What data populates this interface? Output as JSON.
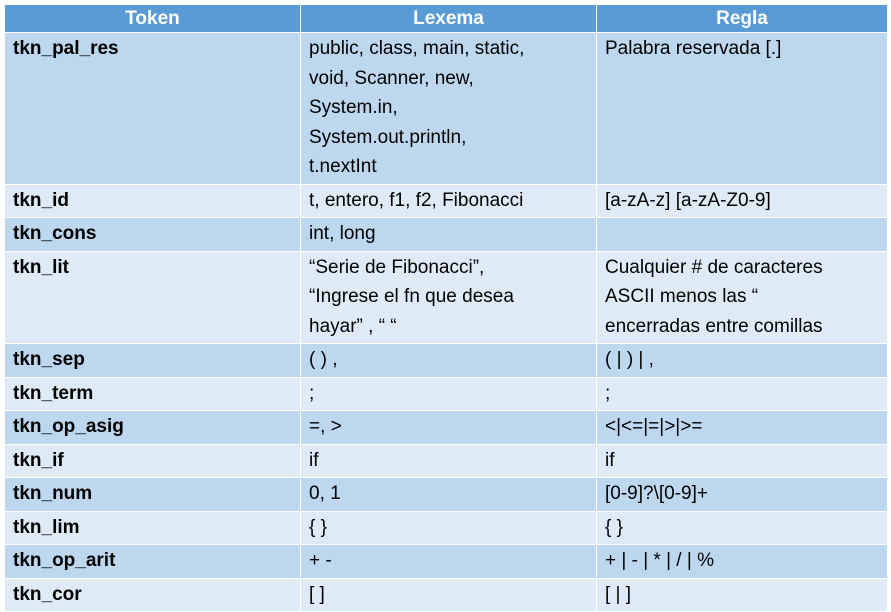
{
  "headers": [
    "Token",
    "Lexema",
    "Regla"
  ],
  "rows": [
    {
      "token": "tkn_pal_res",
      "lexema": "public, class, main, static,\nvoid, Scanner, new,\nSystem.in,\nSystem.out.println,\nt.nextInt",
      "regla": "Palabra reservada [.]"
    },
    {
      "token": "tkn_id",
      "lexema": "t, entero, f1, f2, Fibonacci",
      "regla": "[a-zA-z] [a-zA-Z0-9]"
    },
    {
      "token": "tkn_cons",
      "lexema": "int, long",
      "regla": ""
    },
    {
      "token": "tkn_lit",
      "lexema": "“Serie de Fibonacci”,\n“Ingrese el fn que desea\nhayar” , “ “",
      "regla": "Cualquier # de caracteres\nASCII menos las “\nencerradas entre comillas"
    },
    {
      "token": "tkn_sep",
      "lexema": "( )  ,",
      "regla": "( | ) | ,"
    },
    {
      "token": "tkn_term",
      "lexema": ";",
      "regla": ";"
    },
    {
      "token": "tkn_op_asig",
      "lexema": "=, >",
      "regla": "<|<=|=|>|>="
    },
    {
      "token": "tkn_if",
      "lexema": "if",
      "regla": "if"
    },
    {
      "token": "tkn_num",
      "lexema": "0, 1",
      "regla": "[0-9]?\\[0-9]+"
    },
    {
      "token": "tkn_lim",
      "lexema": "{ }",
      "regla": "{ }"
    },
    {
      "token": "tkn_op_arit",
      "lexema": "+ -",
      "regla": "+ | - | * | / | %"
    },
    {
      "token": "tkn_cor",
      "lexema": "[ ]",
      "regla": "[ | ]"
    }
  ]
}
